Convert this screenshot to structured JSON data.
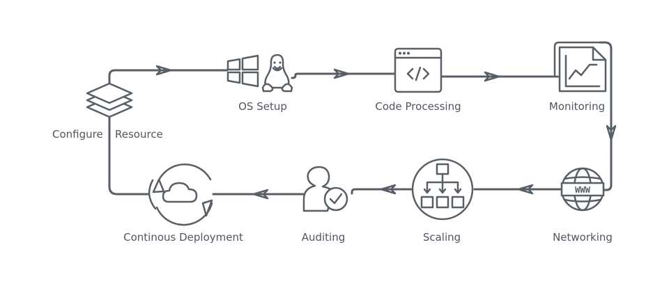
{
  "diagram": {
    "title": "Deployment workflow cycle",
    "colors": {
      "stroke": "#575e66",
      "text": "#4f5660",
      "background": "#ffffff"
    },
    "steps": [
      {
        "id": "configure",
        "label_left": "Configure",
        "label_right": "Resource",
        "icon": "layers-stack-icon"
      },
      {
        "id": "os-setup",
        "label": "OS Setup",
        "icon": "windows-linux-icon"
      },
      {
        "id": "code-processing",
        "label": "Code Processing",
        "icon": "code-window-icon"
      },
      {
        "id": "monitoring",
        "label": "Monitoring",
        "icon": "chart-document-icon"
      },
      {
        "id": "networking",
        "label": "Networking",
        "icon": "globe-www-icon"
      },
      {
        "id": "scaling",
        "label": "Scaling",
        "icon": "hierarchy-icon"
      },
      {
        "id": "auditing",
        "label": "Auditing",
        "icon": "user-check-icon"
      },
      {
        "id": "continuous-deployment",
        "label": "Continous Deployment",
        "icon": "cloud-sync-icon"
      }
    ],
    "edges": [
      {
        "from": "configure",
        "to": "os-setup"
      },
      {
        "from": "os-setup",
        "to": "code-processing"
      },
      {
        "from": "code-processing",
        "to": "monitoring"
      },
      {
        "from": "monitoring",
        "to": "networking"
      },
      {
        "from": "networking",
        "to": "scaling"
      },
      {
        "from": "scaling",
        "to": "auditing"
      },
      {
        "from": "auditing",
        "to": "continuous-deployment"
      },
      {
        "from": "continuous-deployment",
        "to": "configure"
      }
    ]
  }
}
